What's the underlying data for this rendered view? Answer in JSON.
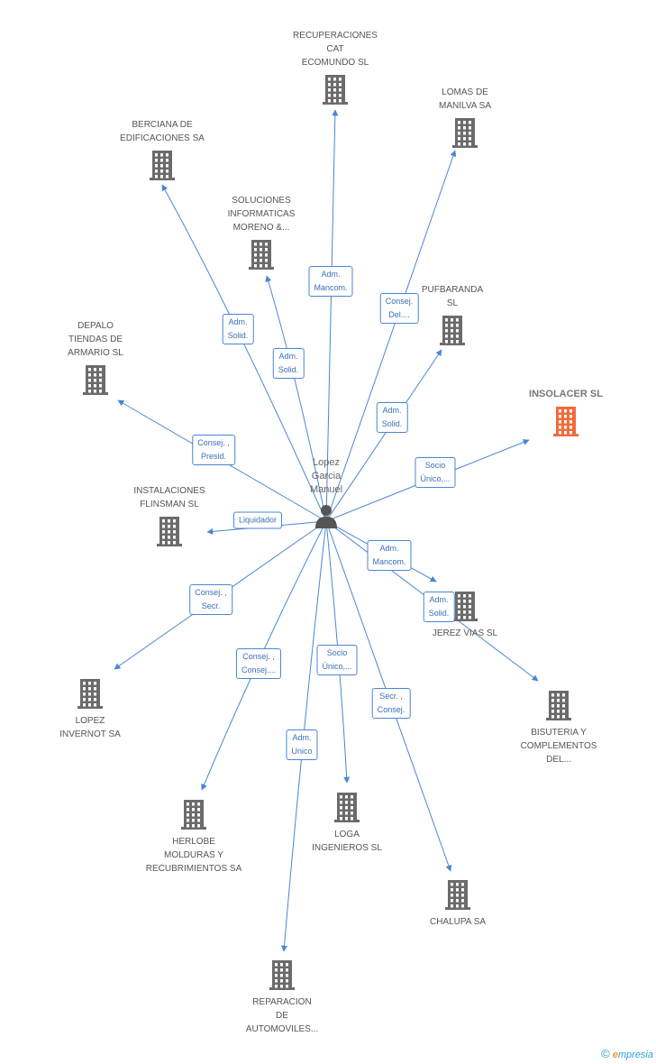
{
  "person": {
    "name": "Lopez\nGarcia\nManuel"
  },
  "companies": [
    {
      "id": "recuperaciones",
      "name": "RECUPERACIONES\nCAT\nECOMUNDO SL"
    },
    {
      "id": "lomas",
      "name": "LOMAS DE\nMANILVA SA"
    },
    {
      "id": "berciana",
      "name": "BERCIANA DE\nEDIFICACIONES SA"
    },
    {
      "id": "soluciones",
      "name": "SOLUCIONES\nINFORMATICAS\nMORENO &..."
    },
    {
      "id": "pufbaranda",
      "name": "PUFBARANDA\nSL"
    },
    {
      "id": "depalo",
      "name": "DEPALO\nTIENDAS DE\nARMARIO SL"
    },
    {
      "id": "insolacer",
      "name": "INSOLACER SL",
      "highlight": true
    },
    {
      "id": "instalaciones",
      "name": "INSTALACIONES\nFLINSMAN SL"
    },
    {
      "id": "jerez",
      "name": "JEREZ VIAS SL"
    },
    {
      "id": "lopez-invernot",
      "name": "LOPEZ\nINVERNOT SA"
    },
    {
      "id": "bisuteria",
      "name": "BISUTERIA Y\nCOMPLEMENTOS\nDEL..."
    },
    {
      "id": "herlobe",
      "name": "HERLOBE\nMOLDURAS Y\nRECUBRIMIENTOS SA"
    },
    {
      "id": "loga",
      "name": "LOGA\nINGENIEROS  SL"
    },
    {
      "id": "chalupa",
      "name": "CHALUPA SA"
    },
    {
      "id": "reparacion",
      "name": "REPARACION\nDE\nAUTOMOVILES..."
    }
  ],
  "roles": [
    {
      "target": "recuperaciones",
      "label": "Adm.\nMancom."
    },
    {
      "target": "lomas",
      "label": "Consej.\nDel...."
    },
    {
      "target": "berciana",
      "label": "Adm.\nSolid."
    },
    {
      "target": "soluciones",
      "label": "Adm.\nSolid."
    },
    {
      "target": "pufbaranda",
      "label": "Adm.\nSolid."
    },
    {
      "target": "depalo",
      "label": "Consej. ,\nPresid."
    },
    {
      "target": "insolacer",
      "label": "Socio\nÚnico,..."
    },
    {
      "target": "instalaciones",
      "label": "Liquidador"
    },
    {
      "target": "jerez",
      "label": "Adm.\nMancom."
    },
    {
      "target": "jerez",
      "label": "Adm.\nSolid."
    },
    {
      "target": "lopez-invernot",
      "label": "Consej. ,\nSecr."
    },
    {
      "target": "herlobe",
      "label": "Consej. ,\nConsej...."
    },
    {
      "target": "loga",
      "label": "Socio\nÚnico,..."
    },
    {
      "target": "chalupa",
      "label": "Secr. ,\nConsej."
    },
    {
      "target": "reparacion",
      "label": "Adm.\nUnico"
    },
    {
      "target": "bisuteria",
      "label": ""
    }
  ],
  "colors": {
    "edge": "#4a86d4",
    "building": "#6b6b6b",
    "highlight": "#f26b3a",
    "person": "#555555"
  },
  "footer": {
    "copyright": "©",
    "brand_initial": "e",
    "brand_rest": "mpresia"
  }
}
